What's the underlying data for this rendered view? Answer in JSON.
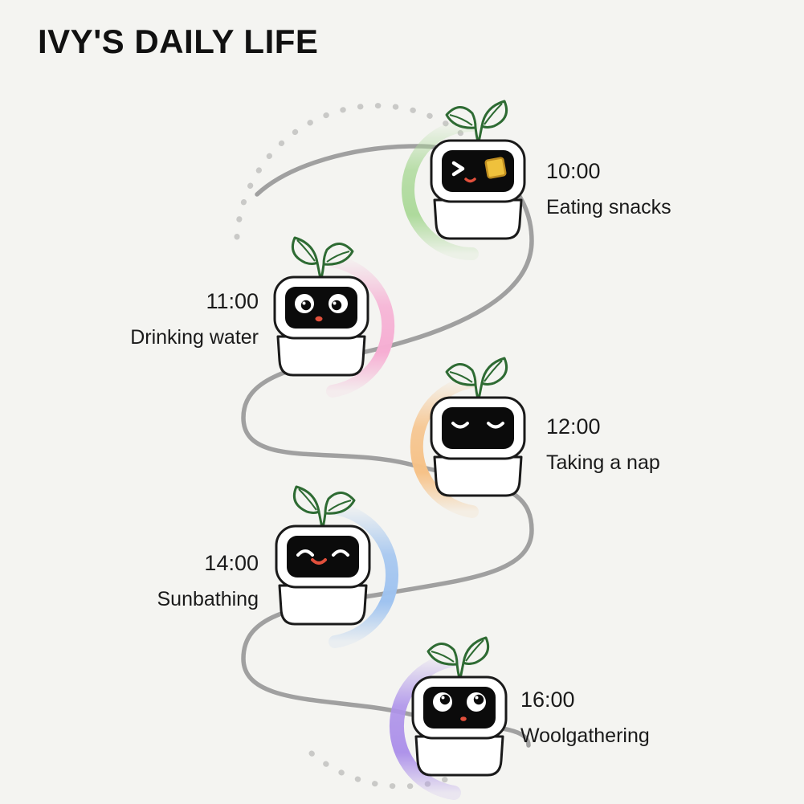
{
  "header": {
    "title": "IVY'S DAILY LIFE"
  },
  "palette": {
    "background": "#f4f4f1",
    "curve": "#a0a0a0",
    "dotted": "#c9c9c7",
    "robot_outline": "#1a1a1a",
    "leaf_green": "#2e6b33",
    "mouth_red": "#e2503c",
    "snack_yellow": "#efc13c"
  },
  "timeline": {
    "events": [
      {
        "time": "10:00",
        "activity": "Eating snacks",
        "side": "right",
        "accent": "#aeda9c",
        "face": "winking-eye-eating-snack"
      },
      {
        "time": "11:00",
        "activity": "Drinking water",
        "side": "left",
        "accent": "#f6aed3",
        "face": "wide-open-eyes"
      },
      {
        "time": "12:00",
        "activity": "Taking a nap",
        "side": "right",
        "accent": "#f6c288",
        "face": "closed-sleeping-eyes"
      },
      {
        "time": "14:00",
        "activity": "Sunbathing",
        "side": "left",
        "accent": "#9fc3f0",
        "face": "happy-smiling-eyes"
      },
      {
        "time": "16:00",
        "activity": "Woolgathering",
        "side": "right",
        "accent": "#ae93ea",
        "face": "daydreaming-eyes"
      }
    ]
  }
}
